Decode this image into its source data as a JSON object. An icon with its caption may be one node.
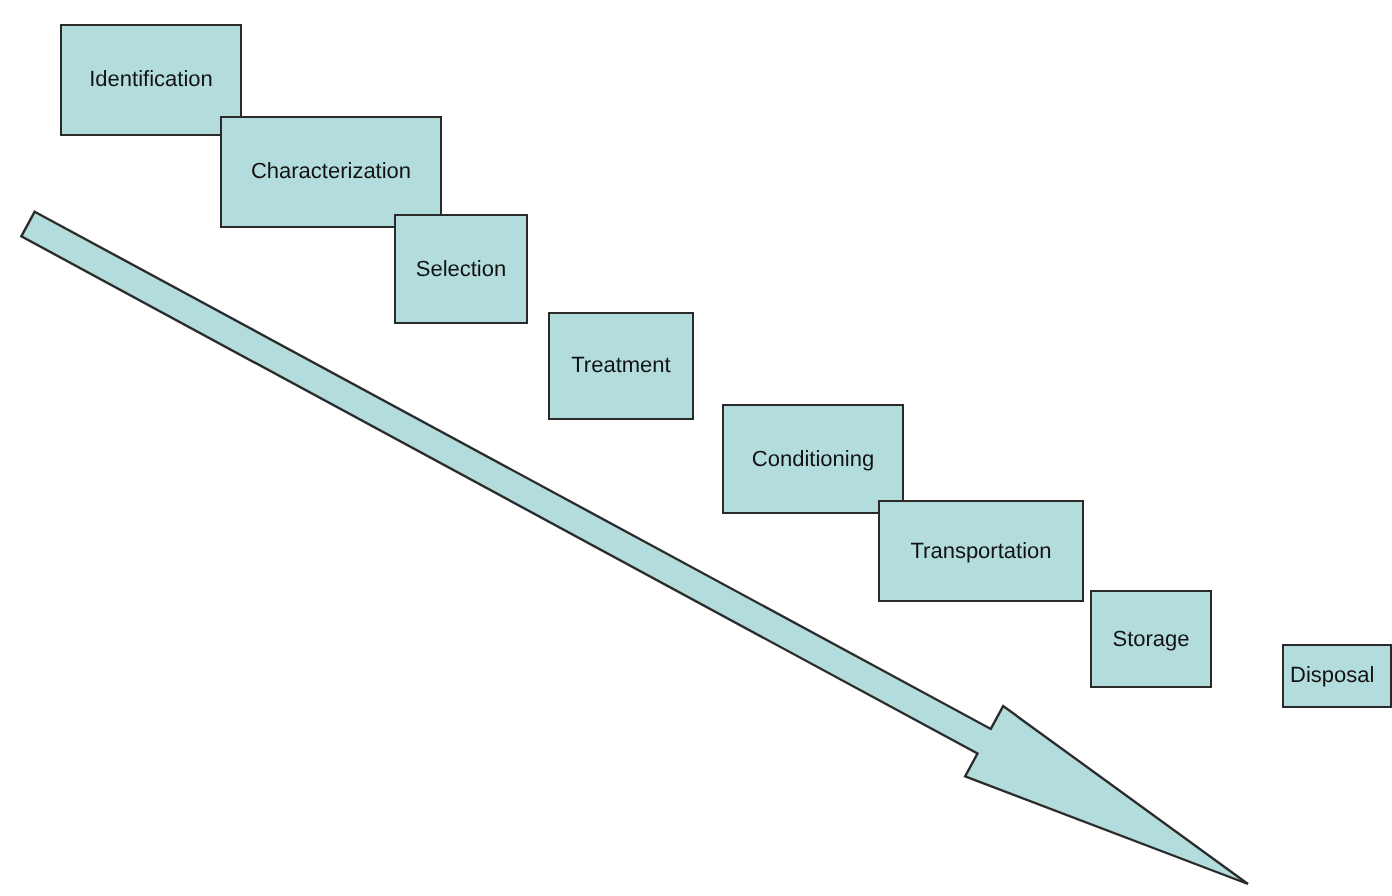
{
  "diagram": {
    "nodes": [
      {
        "text": [
          "Identification"
        ]
      },
      {
        "text": [
          "Characterization"
        ]
      },
      {
        "text": [
          "Selection"
        ]
      },
      {
        "text": [
          "Treatment"
        ]
      },
      {
        "text": [
          "Conditioning"
        ]
      },
      {
        "text": [
          "Transportation"
        ]
      },
      {
        "text": [
          "Storage"
        ]
      },
      {
        "text": [
          "Disposal"
        ]
      }
    ]
  }
}
